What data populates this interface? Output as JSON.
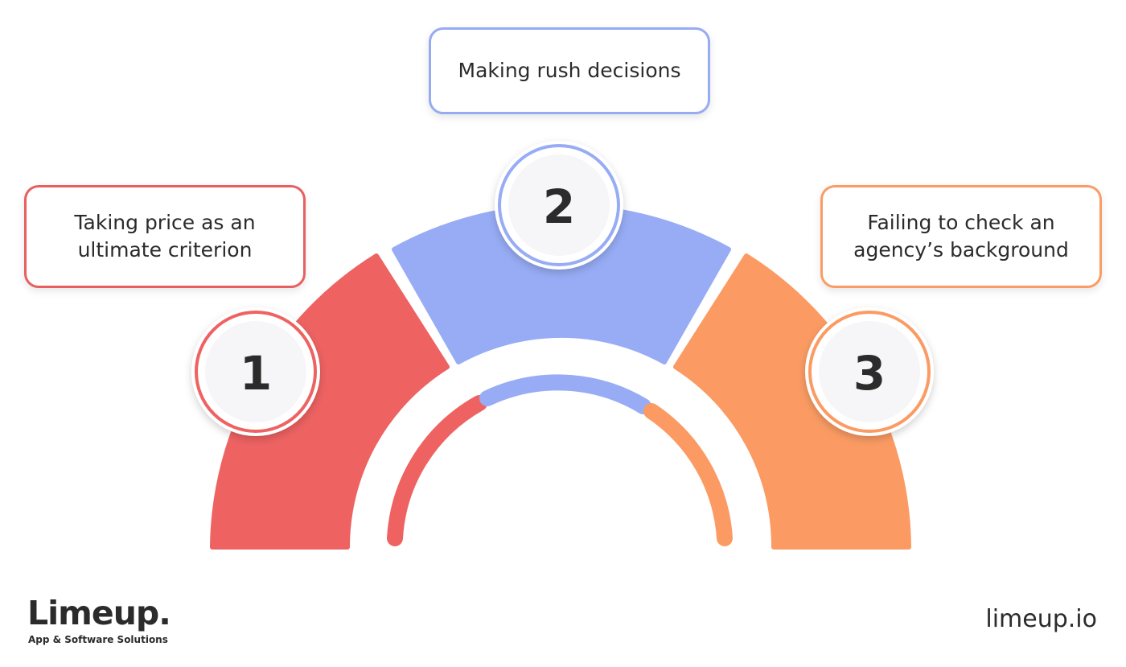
{
  "steps": [
    {
      "number": "1",
      "label": "Taking price as an\nultimate criterion",
      "color": "#ee6262"
    },
    {
      "number": "2",
      "label": "Making rush decisions",
      "color": "#97acf5"
    },
    {
      "number": "3",
      "label": "Failing to check an\nagency’s background",
      "color": "#fb9b63"
    }
  ],
  "brand": {
    "logo": "Limeup.",
    "tagline": "App & Software Solutions",
    "url": "limeup.io"
  }
}
